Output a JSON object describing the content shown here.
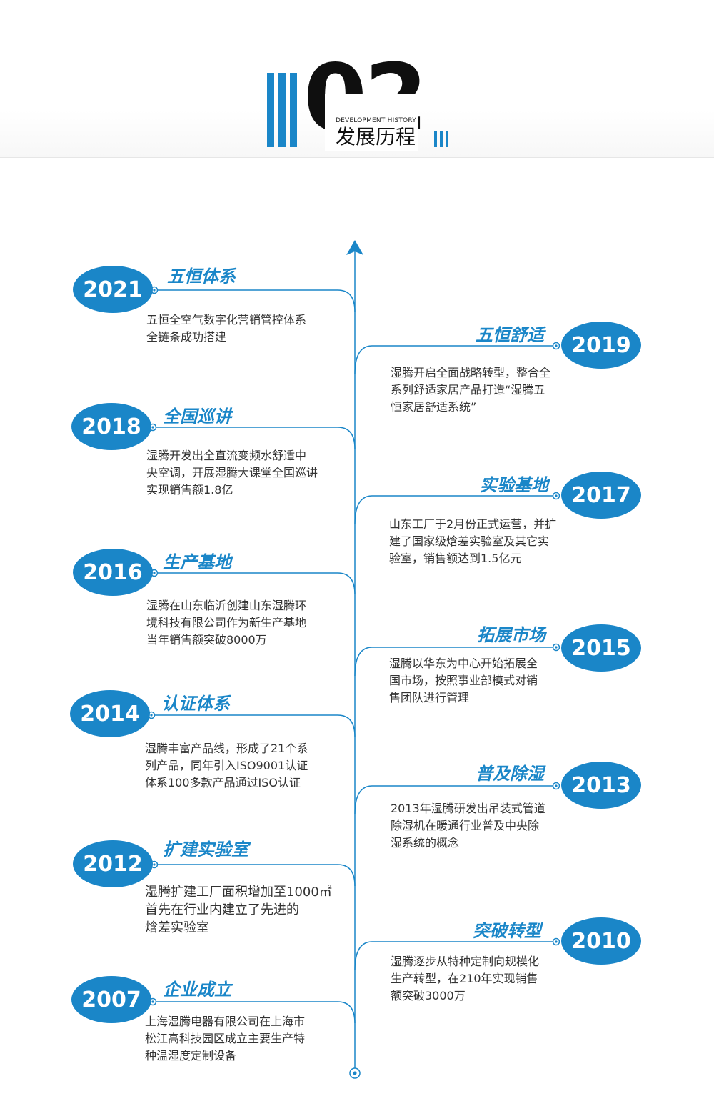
{
  "header": {
    "number": "02",
    "subtitle_en": "DEVELOPMENT HISTORY",
    "title": "发展历程"
  },
  "colors": {
    "accent": "#1a86c8",
    "text": "#333333"
  },
  "events": [
    {
      "year": "2021",
      "title": "五恒体系",
      "lines": [
        "五恒全空气数字化营销管控体系",
        "全链条成功搭建"
      ]
    },
    {
      "year": "2019",
      "title": "五恒舒适",
      "lines": [
        "湿腾开启全面战略转型，整合全",
        "系列舒适家居产品打造“湿腾五",
        "恒家居舒适系统”"
      ]
    },
    {
      "year": "2018",
      "title": "全国巡讲",
      "lines": [
        "湿腾开发出全直流变频水舒适中",
        "央空调，开展湿腾大课堂全国巡讲",
        "实现销售额1.8亿"
      ]
    },
    {
      "year": "2017",
      "title": "实验基地",
      "lines": [
        "山东工厂于2月份正式运营，并扩",
        "建了国家级焓差实验室及其它实",
        "验室，销售额达到1.5亿元"
      ]
    },
    {
      "year": "2016",
      "title": "生产基地",
      "lines": [
        "湿腾在山东临沂创建山东湿腾环",
        "境科技有限公司作为新生产基地",
        "当年销售额突破8000万"
      ]
    },
    {
      "year": "2015",
      "title": "拓展市场",
      "lines": [
        "湿腾以华东为中心开始拓展全",
        "国市场，按照事业部模式对销",
        "售团队进行管理"
      ]
    },
    {
      "year": "2014",
      "title": "认证体系",
      "lines": [
        "湿腾丰富产品线，形成了21个系",
        "列产品，同年引入ISO9001认证",
        "体系100多款产品通过ISO认证"
      ]
    },
    {
      "year": "2013",
      "title": "普及除湿",
      "lines": [
        "2013年湿腾研发出吊装式管道",
        "除湿机在暖通行业普及中央除",
        "湿系统的概念"
      ]
    },
    {
      "year": "2012",
      "title": "扩建实验室",
      "lines": [
        "湿腾扩建工厂面积增加至1000㎡",
        "首先在行业内建立了先进的",
        "焓差实验室"
      ]
    },
    {
      "year": "2010",
      "title": "突破转型",
      "lines": [
        "湿腾逐步从特种定制向规模化",
        "生产转型，在210年实现销售",
        "额突破3000万"
      ]
    },
    {
      "year": "2007",
      "title": "企业成立",
      "lines": [
        "上海湿腾电器有限公司在上海市",
        "松江高科技园区成立主要生产特",
        "种温湿度定制设备"
      ]
    }
  ]
}
